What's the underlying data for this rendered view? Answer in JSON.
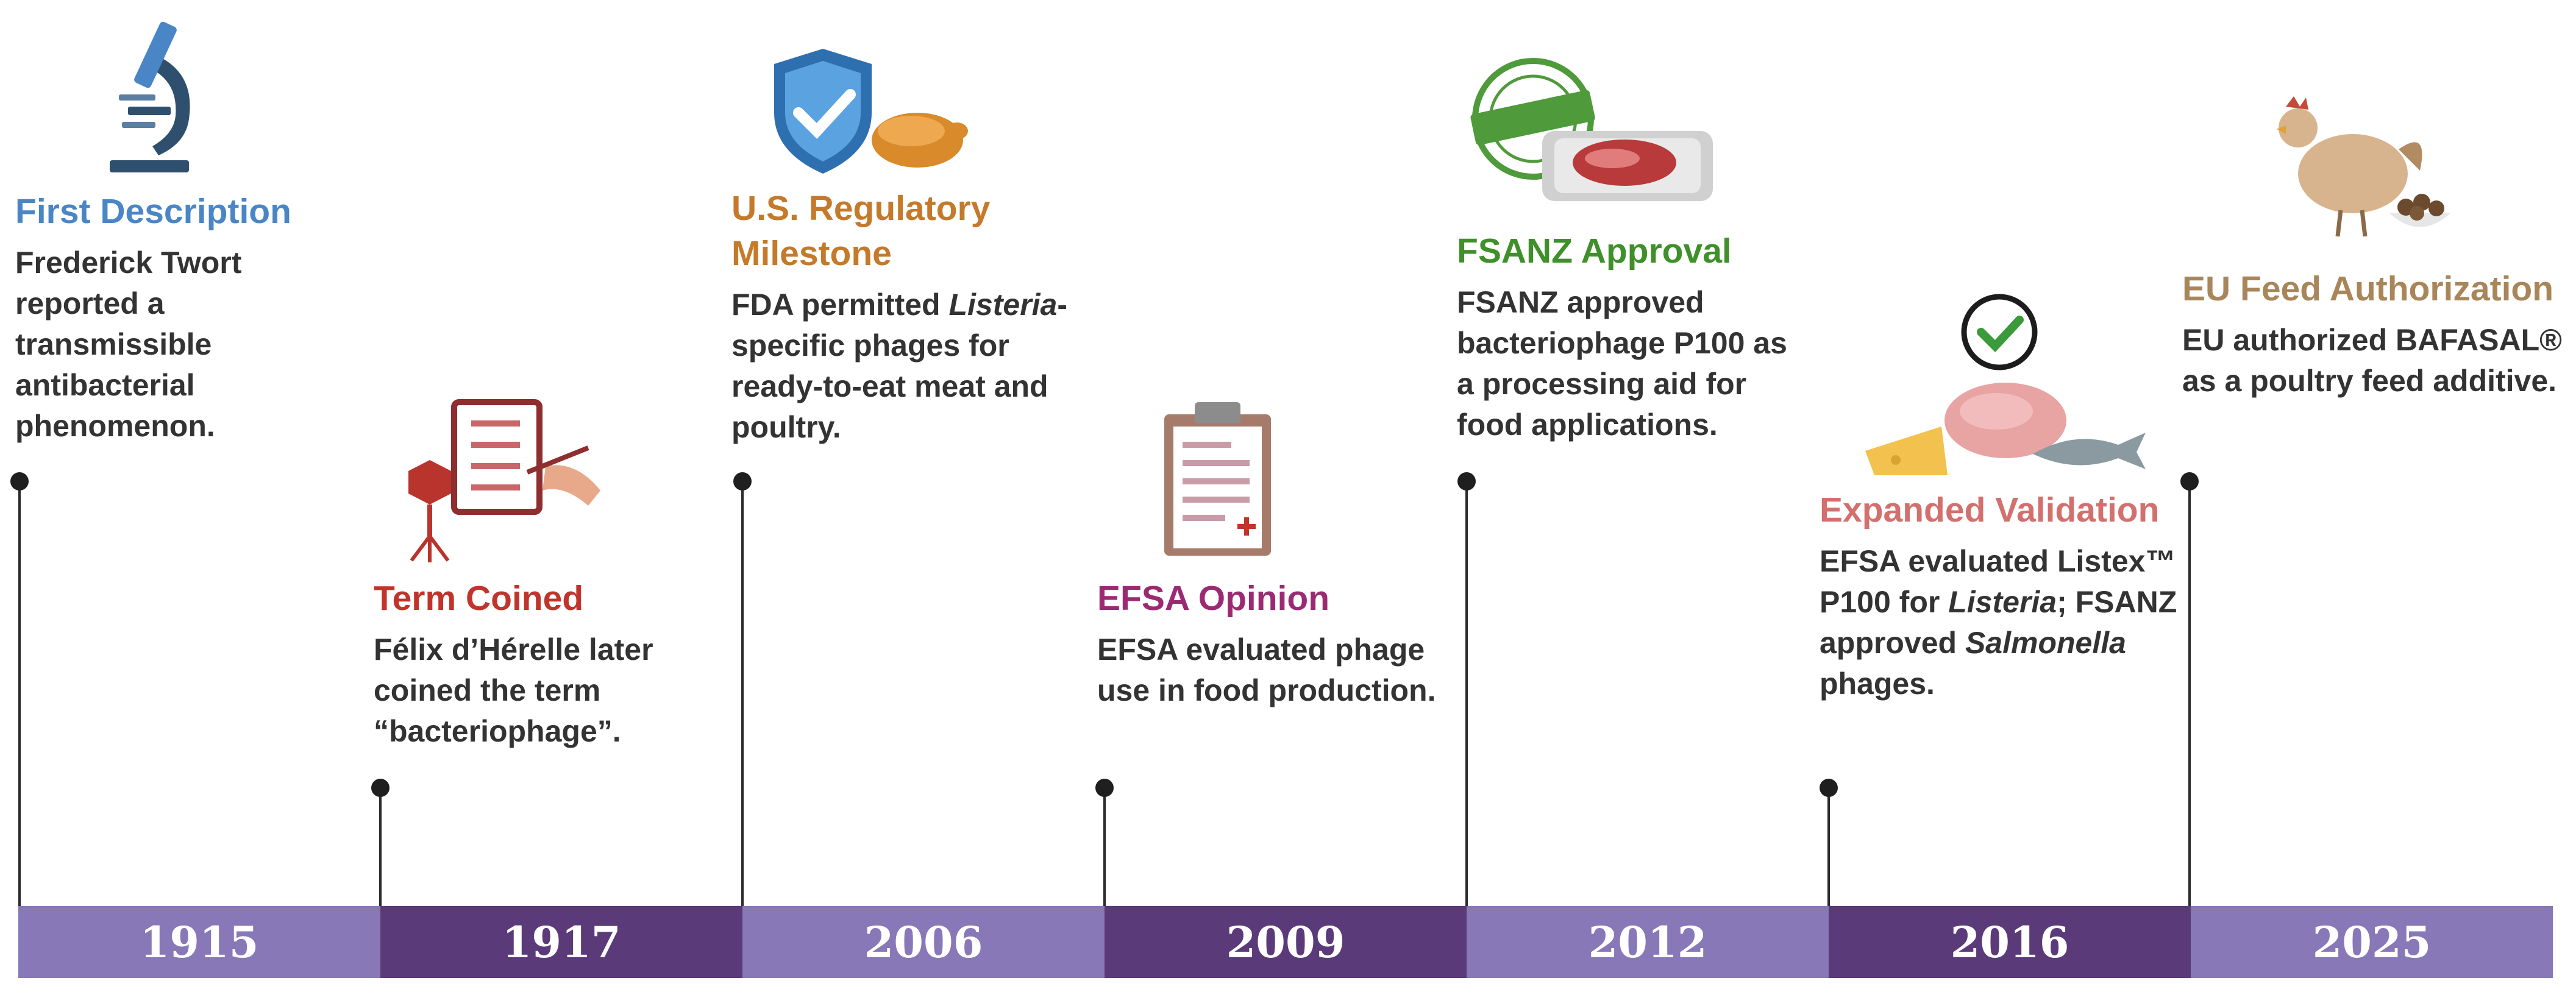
{
  "colors": {
    "bar_light": "#8878b8",
    "bar_dark": "#5b3a7a",
    "first_description": "#4a86c6",
    "term_coined": "#c0342b",
    "us_regulatory": "#c47a2a",
    "efsa_opinion": "#9c2a73",
    "fsanz_approval": "#3f8f2a",
    "expanded_validation": "#d2706e",
    "eu_feed": "#a8865a"
  },
  "events": [
    {
      "year": "1915",
      "title": "First Description",
      "desc": "Frederick Twort reported a transmissible antibacterial phenomenon.",
      "icon": "microscope-icon"
    },
    {
      "year": "1917",
      "title": "Term Coined",
      "desc": "Félix d’Hérelle later coined the term “bacteriophage”.",
      "icon": "phage-checklist-icon"
    },
    {
      "year": "2006",
      "title": "U.S. Regulatory Milestone",
      "desc_a": "FDA permitted ",
      "desc_b": "Listeria",
      "desc_c": "-specific phages for ready-to-eat meat and poultry.",
      "icon": "shield-check-poultry-icon"
    },
    {
      "year": "2009",
      "title": "EFSA Opinion",
      "desc": "EFSA evaluated phage use in food production.",
      "icon": "clipboard-report-icon"
    },
    {
      "year": "2012",
      "title": "FSANZ Approval",
      "desc": "FSANZ approved bacteriophage P100 as a processing aid for food applications.",
      "icon": "approved-stamp-meat-icon"
    },
    {
      "year": "2016",
      "title": "Expanded Validation",
      "desc_a": "EFSA evaluated Listex™ P100 for ",
      "desc_b": "Listeria",
      "desc_c": "; FSANZ approved ",
      "desc_d": "Salmonella",
      "desc_e": " phages.",
      "icon": "check-food-icon"
    },
    {
      "year": "2025",
      "title": "EU Feed Authorization",
      "desc": "EU authorized BAFASAL® as a poultry feed additive.",
      "icon": "chicken-feed-icon"
    }
  ]
}
